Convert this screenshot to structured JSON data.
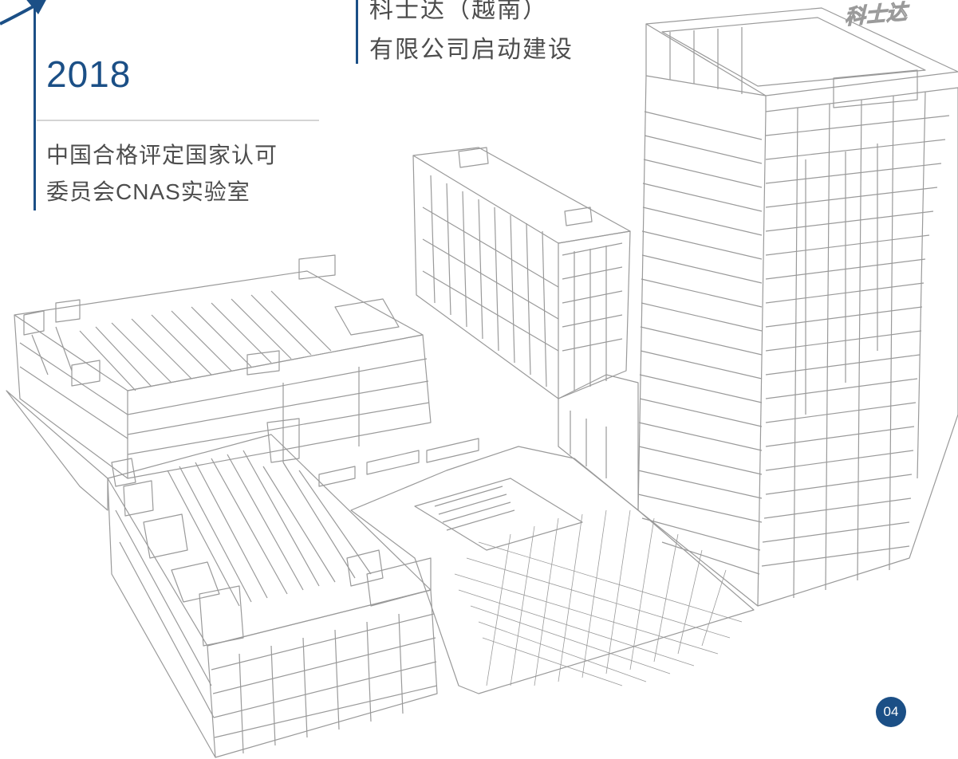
{
  "timeline": {
    "year": "2018",
    "description_lines": [
      "中国合格评定国家认可",
      "委员会CNAS实验室"
    ]
  },
  "top_entry": {
    "lines": [
      "科士达（越南）",
      "有限公司启动建设"
    ]
  },
  "building": {
    "sign_text": "科士达"
  },
  "page_number": "04",
  "colors": {
    "accent": "#1b4f86",
    "text": "#4d4d4d",
    "line_art": "#9a9a9a",
    "divider": "#d4d4d4"
  }
}
